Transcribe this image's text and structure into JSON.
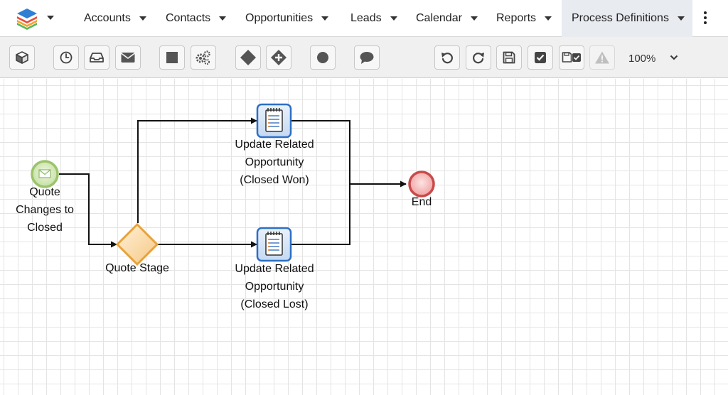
{
  "nav": {
    "items": [
      {
        "label": "Accounts"
      },
      {
        "label": "Contacts"
      },
      {
        "label": "Opportunities"
      },
      {
        "label": "Leads"
      },
      {
        "label": "Calendar"
      },
      {
        "label": "Reports"
      },
      {
        "label": "Process Definitions",
        "active": true
      }
    ]
  },
  "toolbar": {
    "zoom_label": "100%",
    "buttons": [
      "cube-icon",
      "clock-icon",
      "inbox-icon",
      "envelope-icon",
      "square-icon",
      "gears-icon",
      "diamond-icon",
      "diamond-plus-icon",
      "circle-icon",
      "speech-bubble-icon",
      "undo-icon",
      "redo-icon",
      "save-icon",
      "check-square-icon",
      "save-validate-icon",
      "warning-icon"
    ]
  },
  "diagram": {
    "start_label": "Quote\nChanges to\nClosed",
    "gateway_label": "Quote Stage",
    "task_won_label": "Update Related\nOpportunity\n(Closed Won)",
    "task_lost_label": "Update Related\nOpportunity\n(Closed Lost)",
    "end_label": "End"
  },
  "colors": {
    "nav_active_bg": "#e8ebf0",
    "start_event": "#9bc46b",
    "gateway": "#e8a23b",
    "task_border": "#2d6fc4",
    "end_event": "#c94a4a"
  }
}
